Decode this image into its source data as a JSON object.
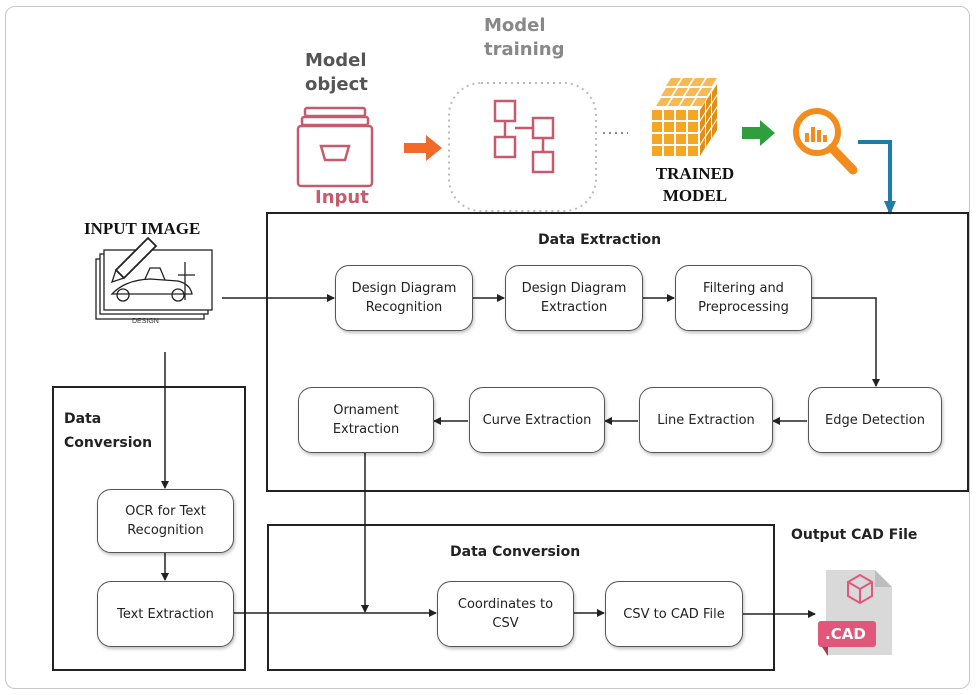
{
  "top": {
    "model_object_label": "Model\nobject",
    "input_label": "Input",
    "model_training_label": "Model\ntraining",
    "trained_model_label": "TRAINED\nMODEL"
  },
  "input_image": {
    "label": "INPUT IMAGE",
    "sketch_caption": "DESIGN"
  },
  "extraction": {
    "title": "Data Extraction",
    "nodes": {
      "recognition": "Design Diagram\nRecognition",
      "extraction": "Design Diagram\nExtraction",
      "filtering": "Filtering and\nPreprocessing",
      "edge": "Edge Detection",
      "line": "Line Extraction",
      "curve": "Curve Extraction",
      "ornament": "Ornament\nExtraction"
    }
  },
  "left_conversion": {
    "title": "Data\nConversion",
    "ocr": "OCR for Text\nRecognition",
    "text_extraction": "Text Extraction"
  },
  "bottom_conversion": {
    "title": "Data Conversion",
    "coords": "Coordinates to\nCSV",
    "csv_to_cad": "CSV to CAD File"
  },
  "output": {
    "title": "Output CAD File",
    "file_badge": ".CAD"
  },
  "colors": {
    "input_icon": "#c75b6d",
    "arrow_orange": "#f26a2a",
    "cube_orange": "#f5a623",
    "arrow_green": "#2e9e3e",
    "magnifier": "#f28c1e",
    "bend_arrow": "#1b7ea6",
    "cad_file": "#d9d9d9",
    "cad_badge": "#e0577b"
  }
}
